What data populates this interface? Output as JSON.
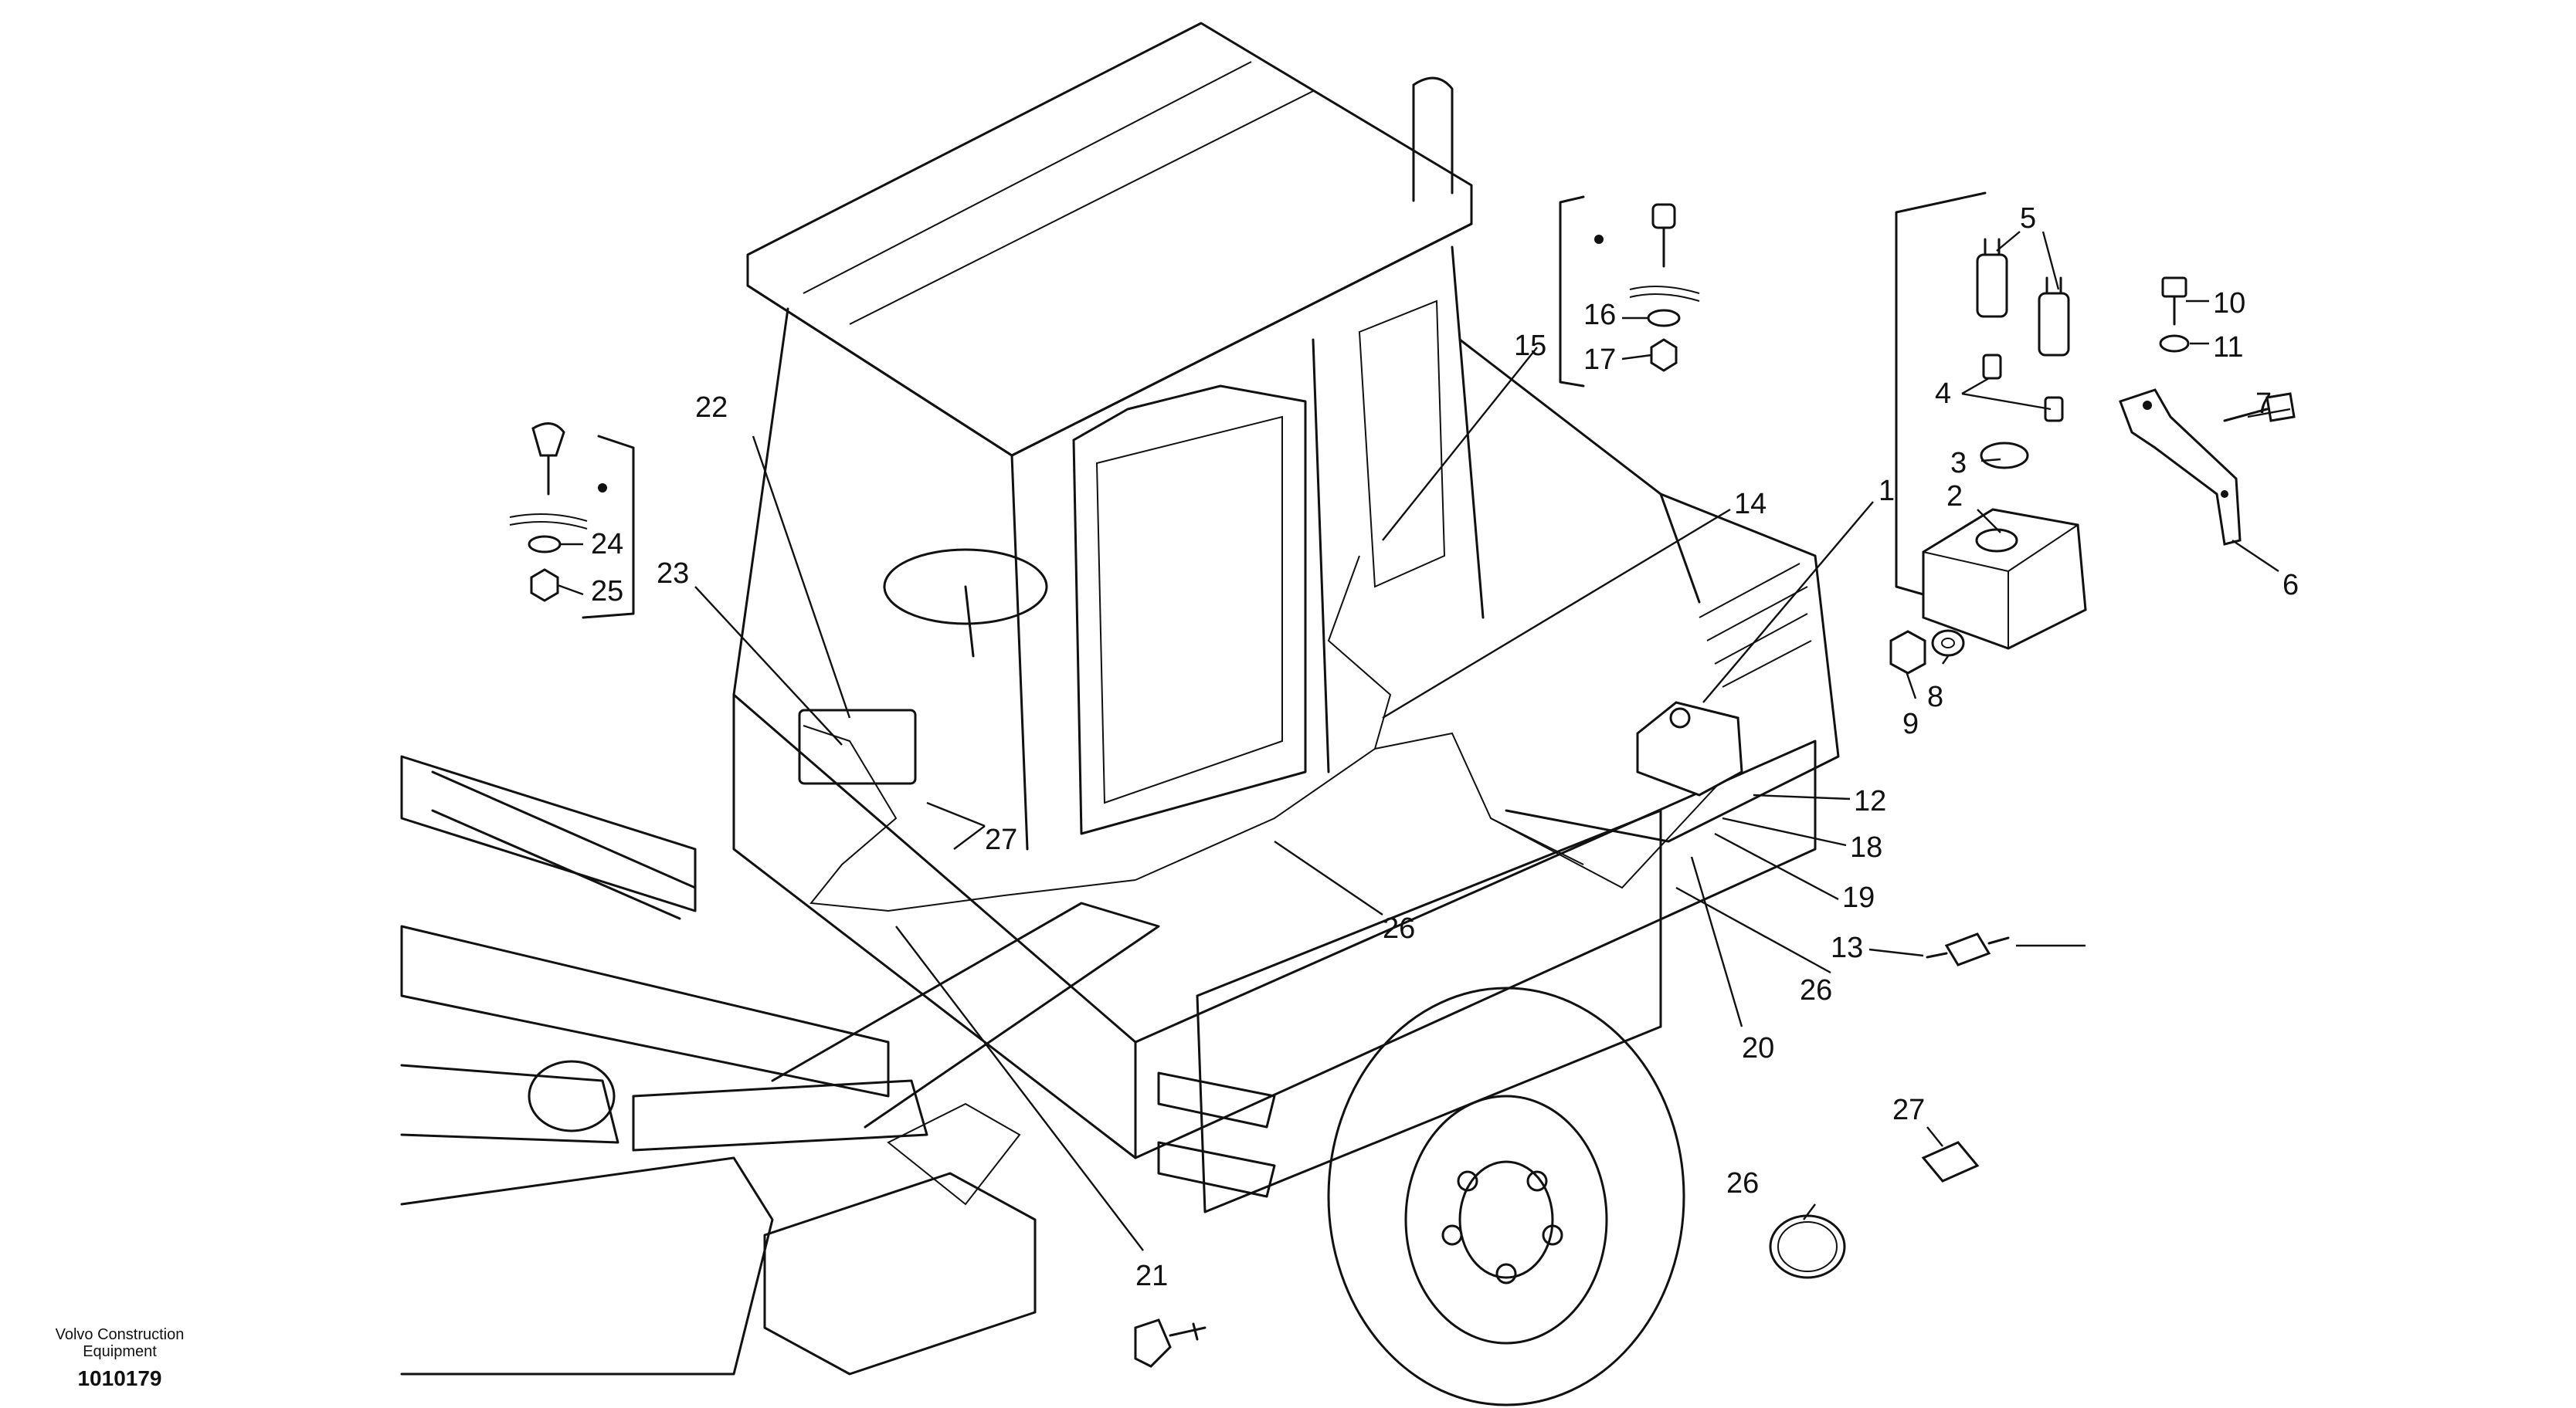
{
  "footer": {
    "brand_line1": "Volvo Construction",
    "brand_line2": "Equipment",
    "doc_number": "1010179"
  },
  "callouts": [
    {
      "id": "c1",
      "label": "1"
    },
    {
      "id": "c2",
      "label": "2"
    },
    {
      "id": "c3",
      "label": "3"
    },
    {
      "id": "c4",
      "label": "4"
    },
    {
      "id": "c5",
      "label": "5"
    },
    {
      "id": "c6",
      "label": "6"
    },
    {
      "id": "c7",
      "label": "7"
    },
    {
      "id": "c8",
      "label": "8"
    },
    {
      "id": "c9",
      "label": "9"
    },
    {
      "id": "c10",
      "label": "10"
    },
    {
      "id": "c11",
      "label": "11"
    },
    {
      "id": "c12",
      "label": "12"
    },
    {
      "id": "c13",
      "label": "13"
    },
    {
      "id": "c14",
      "label": "14"
    },
    {
      "id": "c15",
      "label": "15"
    },
    {
      "id": "c16",
      "label": "16"
    },
    {
      "id": "c17",
      "label": "17"
    },
    {
      "id": "c18",
      "label": "18"
    },
    {
      "id": "c19",
      "label": "19"
    },
    {
      "id": "c20",
      "label": "20"
    },
    {
      "id": "c21",
      "label": "21"
    },
    {
      "id": "c22",
      "label": "22"
    },
    {
      "id": "c23",
      "label": "23"
    },
    {
      "id": "c24",
      "label": "24"
    },
    {
      "id": "c25",
      "label": "25"
    },
    {
      "id": "c26a",
      "label": "26"
    },
    {
      "id": "c26b",
      "label": "26"
    },
    {
      "id": "c26c",
      "label": "26"
    },
    {
      "id": "c27a",
      "label": "27"
    },
    {
      "id": "c27b",
      "label": "27"
    }
  ]
}
